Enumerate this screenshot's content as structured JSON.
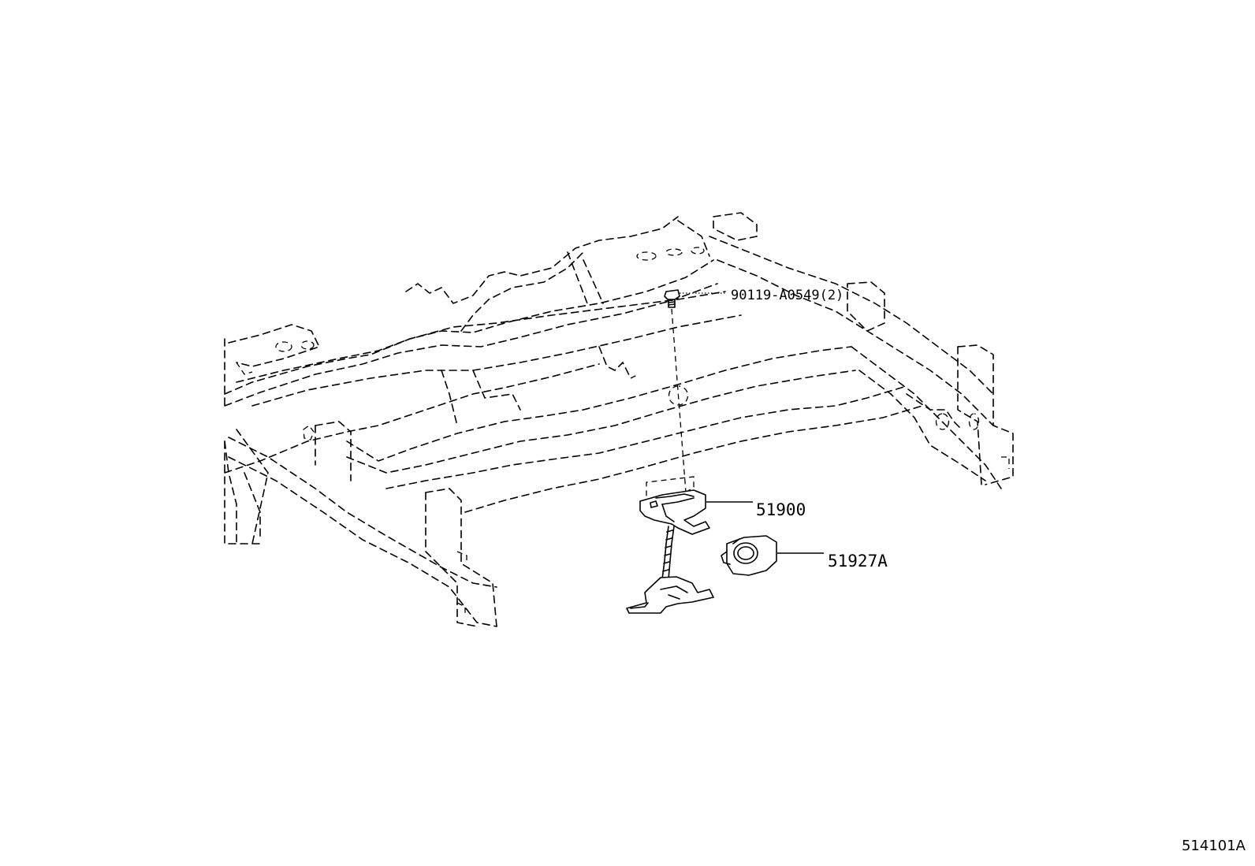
{
  "callouts": {
    "bolt": "90119-A0549(2)",
    "spare_wheel_carrier": "51900",
    "carrier_cover": "51927A"
  },
  "illustration_number": "514101A"
}
